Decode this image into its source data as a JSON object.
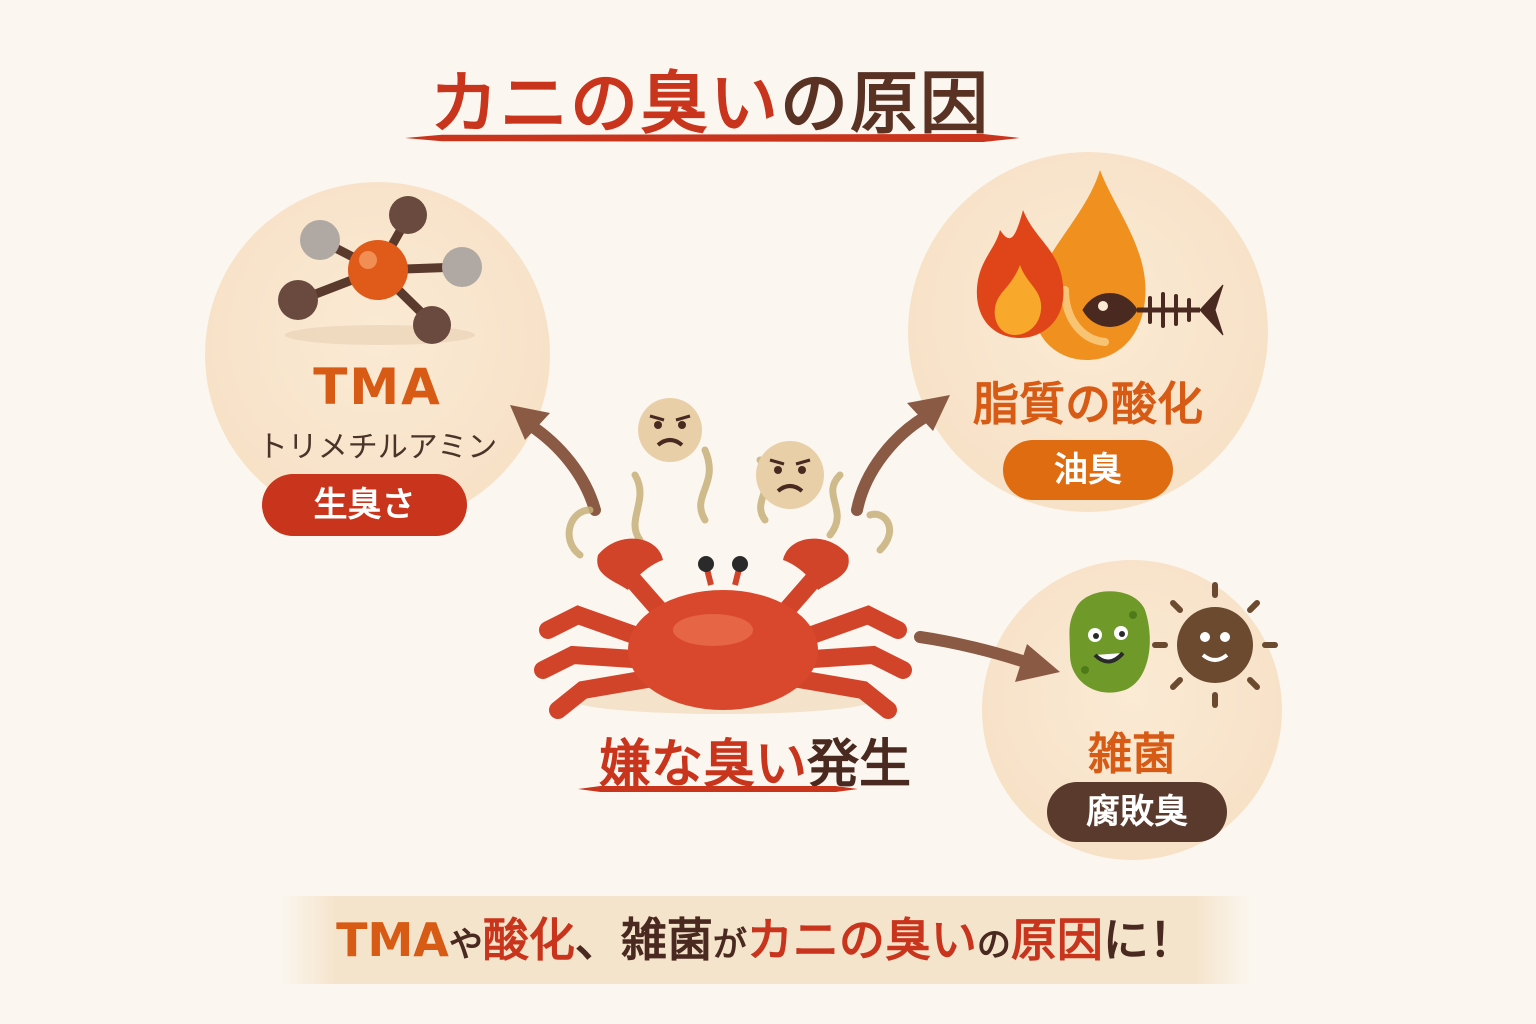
{
  "title": {
    "part1": "カニの臭い",
    "part2": "の原因"
  },
  "center": {
    "part1": "嫌な臭い",
    "part2": "発生"
  },
  "causes": {
    "tma": {
      "name": "TMA",
      "sub": "トリメチルアミン",
      "effect": "生臭さ"
    },
    "oxidation": {
      "name": "脂質の酸化",
      "effect": "油臭"
    },
    "bacteria": {
      "name": "雑菌",
      "effect": "腐敗臭"
    }
  },
  "summary": {
    "p1": "TMA",
    "p2": "や",
    "p3": "酸化",
    "p4": "、",
    "p5": "雑菌",
    "p6": "が",
    "p7": "カニの臭い",
    "p8": "の",
    "p9": "原因",
    "p10": "に！"
  },
  "colors": {
    "red": "#c8341c",
    "orange": "#d75a15",
    "brown": "#5b3a2e",
    "cream": "#fbf7f0"
  }
}
